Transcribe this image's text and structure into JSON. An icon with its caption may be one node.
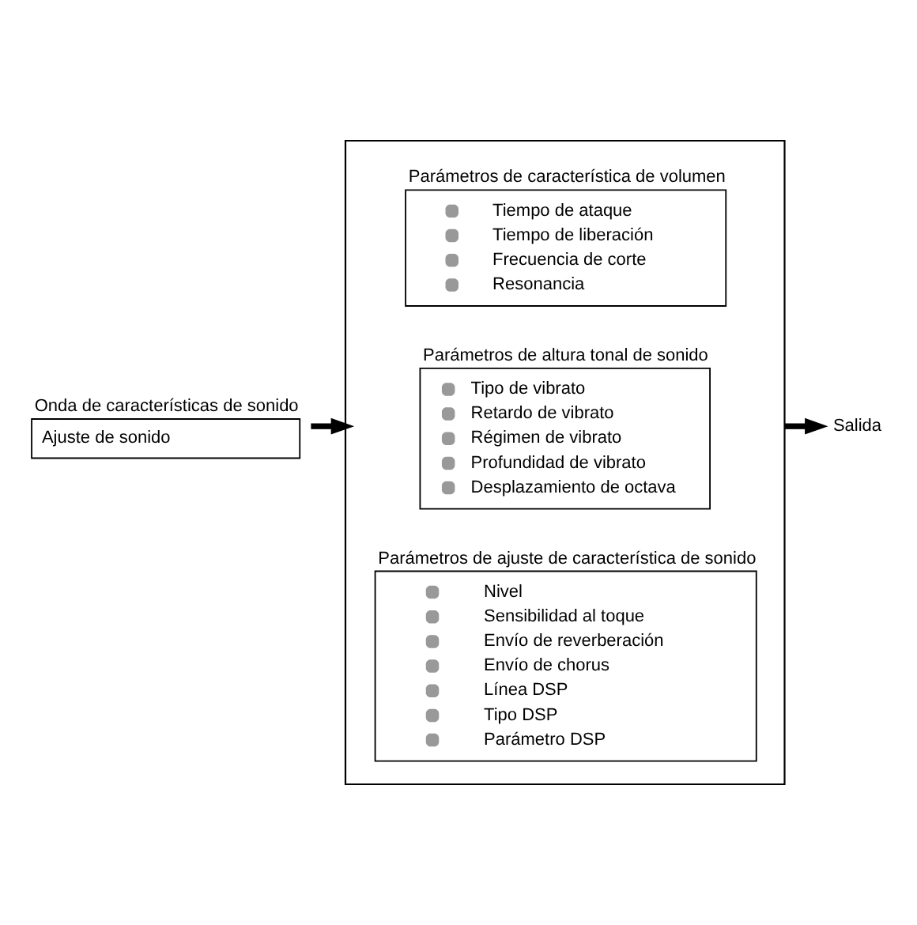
{
  "diagram": {
    "nodes": [
      {
        "text": [
          "Onda de características de sonido",
          "Ajuste de sonido"
        ]
      },
      {
        "text": [],
        "shape": "box"
      },
      {
        "text": [
          "Parámetros de característica de volumen",
          "Tiempo de ataque",
          "Tiempo de liberación",
          "Frecuencia de corte",
          "Resonancia"
        ],
        "in": 1
      },
      {
        "text": [
          "Parámetros de altura tonal de sonido",
          "Tipo de vibrato",
          "Retardo de vibrato",
          "Régimen de vibrato",
          "Profundidad de vibrato",
          "Desplazamiento de octava"
        ],
        "in": 1
      },
      {
        "text": [
          "Parámetros de ajuste de característica de sonido",
          "Nivel",
          "Sensibilidad al toque",
          "Envío de reverberación",
          "Envío de chorus",
          "Línea DSP",
          "Tipo DSP",
          "Parámetro DSP"
        ],
        "in": 1
      },
      {
        "text": [
          "Salida"
        ]
      }
    ],
    "edges": [
      {
        "from": 0,
        "to": 1,
        "arrow": "to"
      },
      {
        "from": 1,
        "to": 5,
        "arrow": "to"
      }
    ]
  }
}
